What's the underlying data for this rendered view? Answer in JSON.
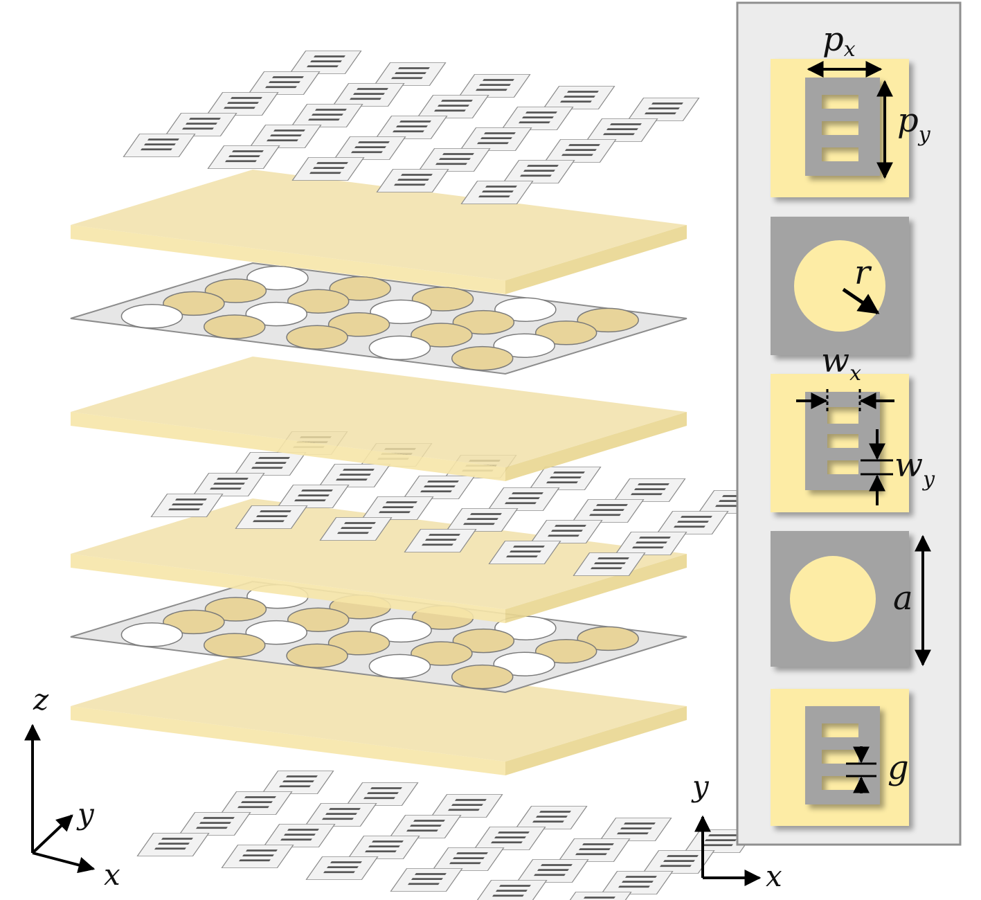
{
  "axes3d": {
    "z": "z",
    "y": "y",
    "x": "x"
  },
  "axes2d": {
    "y": "y",
    "x": "x"
  },
  "panel": {
    "px": {
      "base": "p",
      "sub": "x"
    },
    "py": {
      "base": "p",
      "sub": "y"
    },
    "r": "r",
    "wx": {
      "base": "w",
      "sub": "x"
    },
    "wy": {
      "base": "w",
      "sub": "y"
    },
    "a": "a",
    "g": "g"
  },
  "colors": {
    "substrate": "#f0dfa6",
    "substrate_edge": "#f6e6a8",
    "metal": "#e6e6e6",
    "metal_edge": "#8c8c8c",
    "unit_gold": "#fdeca5",
    "unit_metal": "#a3a3a3",
    "panel_bg": "#ececec"
  },
  "structure": {
    "layer_order_top_to_bottom": [
      "E-patch array",
      "substrate",
      "holey metal",
      "substrate",
      "E-patch array",
      "substrate",
      "holey metal",
      "substrate",
      "E-patch array"
    ]
  }
}
